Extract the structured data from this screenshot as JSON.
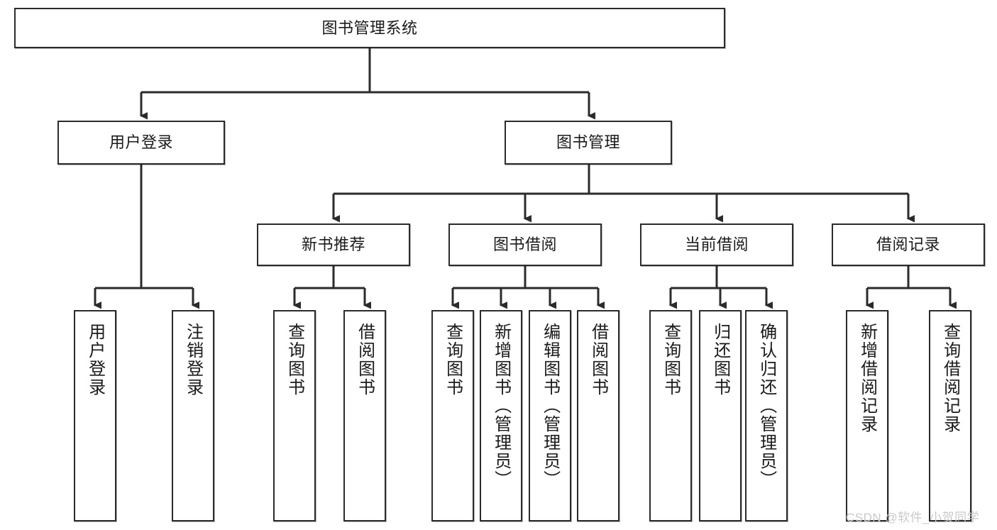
{
  "diagram": {
    "title_node": {
      "id": "root",
      "label": "图书管理系统"
    },
    "level2": [
      {
        "id": "login",
        "label": "用户登录"
      },
      {
        "id": "bookmgmt",
        "label": "图书管理"
      }
    ],
    "level3": [
      {
        "id": "newbook",
        "label": "新书推荐"
      },
      {
        "id": "borrow",
        "label": "图书借阅"
      },
      {
        "id": "current",
        "label": "当前借阅"
      },
      {
        "id": "records",
        "label": "借阅记录"
      }
    ],
    "leaves": [
      {
        "id": "leaf-user-login",
        "label": "用户登录",
        "parent": "login"
      },
      {
        "id": "leaf-logout-login",
        "label": "注销登录",
        "parent": "login"
      },
      {
        "id": "leaf-query-book-1",
        "label": "查询图书",
        "parent": "newbook"
      },
      {
        "id": "leaf-borrow-book-1",
        "label": "借阅图书",
        "parent": "newbook"
      },
      {
        "id": "leaf-query-book-2",
        "label": "查询图书",
        "parent": "borrow"
      },
      {
        "id": "leaf-add-book",
        "label": "新增图书（管理员）",
        "parent": "borrow"
      },
      {
        "id": "leaf-edit-book",
        "label": "编辑图书（管理员）",
        "parent": "borrow"
      },
      {
        "id": "leaf-borrow-book-2",
        "label": "借阅图书",
        "parent": "borrow"
      },
      {
        "id": "leaf-query-book-3",
        "label": "查询图书",
        "parent": "current"
      },
      {
        "id": "leaf-return-book",
        "label": "归还图书",
        "parent": "current"
      },
      {
        "id": "leaf-confirm-return",
        "label": "确认归还（管理员）",
        "parent": "current"
      },
      {
        "id": "leaf-add-record",
        "label": "新增借阅记录",
        "parent": "records"
      },
      {
        "id": "leaf-query-record",
        "label": "查询借阅记录",
        "parent": "records"
      }
    ]
  },
  "watermark": {
    "text": "CSDN @软件_小贺同学"
  },
  "colors": {
    "stroke": "#2b2b2b",
    "fill": "#ffffff",
    "text": "#1a1a1a",
    "watermark": "#c9c9c9"
  }
}
